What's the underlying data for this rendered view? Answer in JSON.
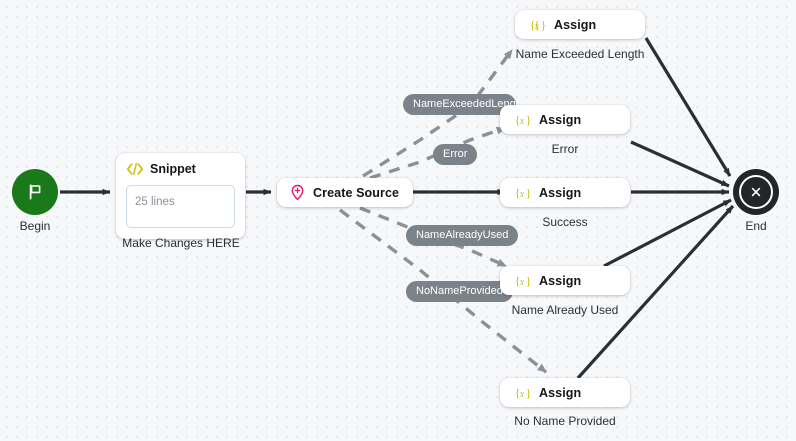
{
  "canvas": {
    "background_color": "#f7f8fa",
    "dot_color": "#e3e4e8"
  },
  "colors": {
    "begin_green": "#1a7a1a",
    "end_dark": "#232528",
    "assign_yellow": "#c9c11f",
    "create_source_pink": "#e6186c",
    "snippet_yellow": "#d4c41a",
    "edge_solid": "#2b2f33",
    "edge_dashed": "#8a9199",
    "label_pill": "#7b828a"
  },
  "nodes": {
    "begin": {
      "caption": "Begin",
      "icon": "flag-icon"
    },
    "snippet": {
      "title": "Snippet",
      "icon": "code-brackets-icon",
      "body_text": "25 lines",
      "caption": "Make Changes HERE"
    },
    "create_source": {
      "title": "Create Source",
      "icon": "map-pin-plus-icon"
    },
    "assign_name_exceeded": {
      "title": "Assign",
      "icon": "variable-icon",
      "caption": "Name Exceeded Length"
    },
    "assign_error": {
      "title": "Assign",
      "icon": "variable-icon",
      "caption": "Error"
    },
    "assign_success": {
      "title": "Assign",
      "icon": "variable-icon",
      "caption": "Success"
    },
    "assign_name_already_used": {
      "title": "Assign",
      "icon": "variable-icon",
      "caption": "Name Already Used"
    },
    "assign_no_name_provided": {
      "title": "Assign",
      "icon": "variable-icon",
      "caption": "No Name Provided"
    },
    "end": {
      "caption": "End",
      "icon": "close-x-icon"
    }
  },
  "edge_labels": {
    "name_exceeded_length": "NameExceededLength",
    "error": "Error",
    "name_already_used": "NameAlreadyUsed",
    "no_name_provided": "NoNameProvided"
  }
}
